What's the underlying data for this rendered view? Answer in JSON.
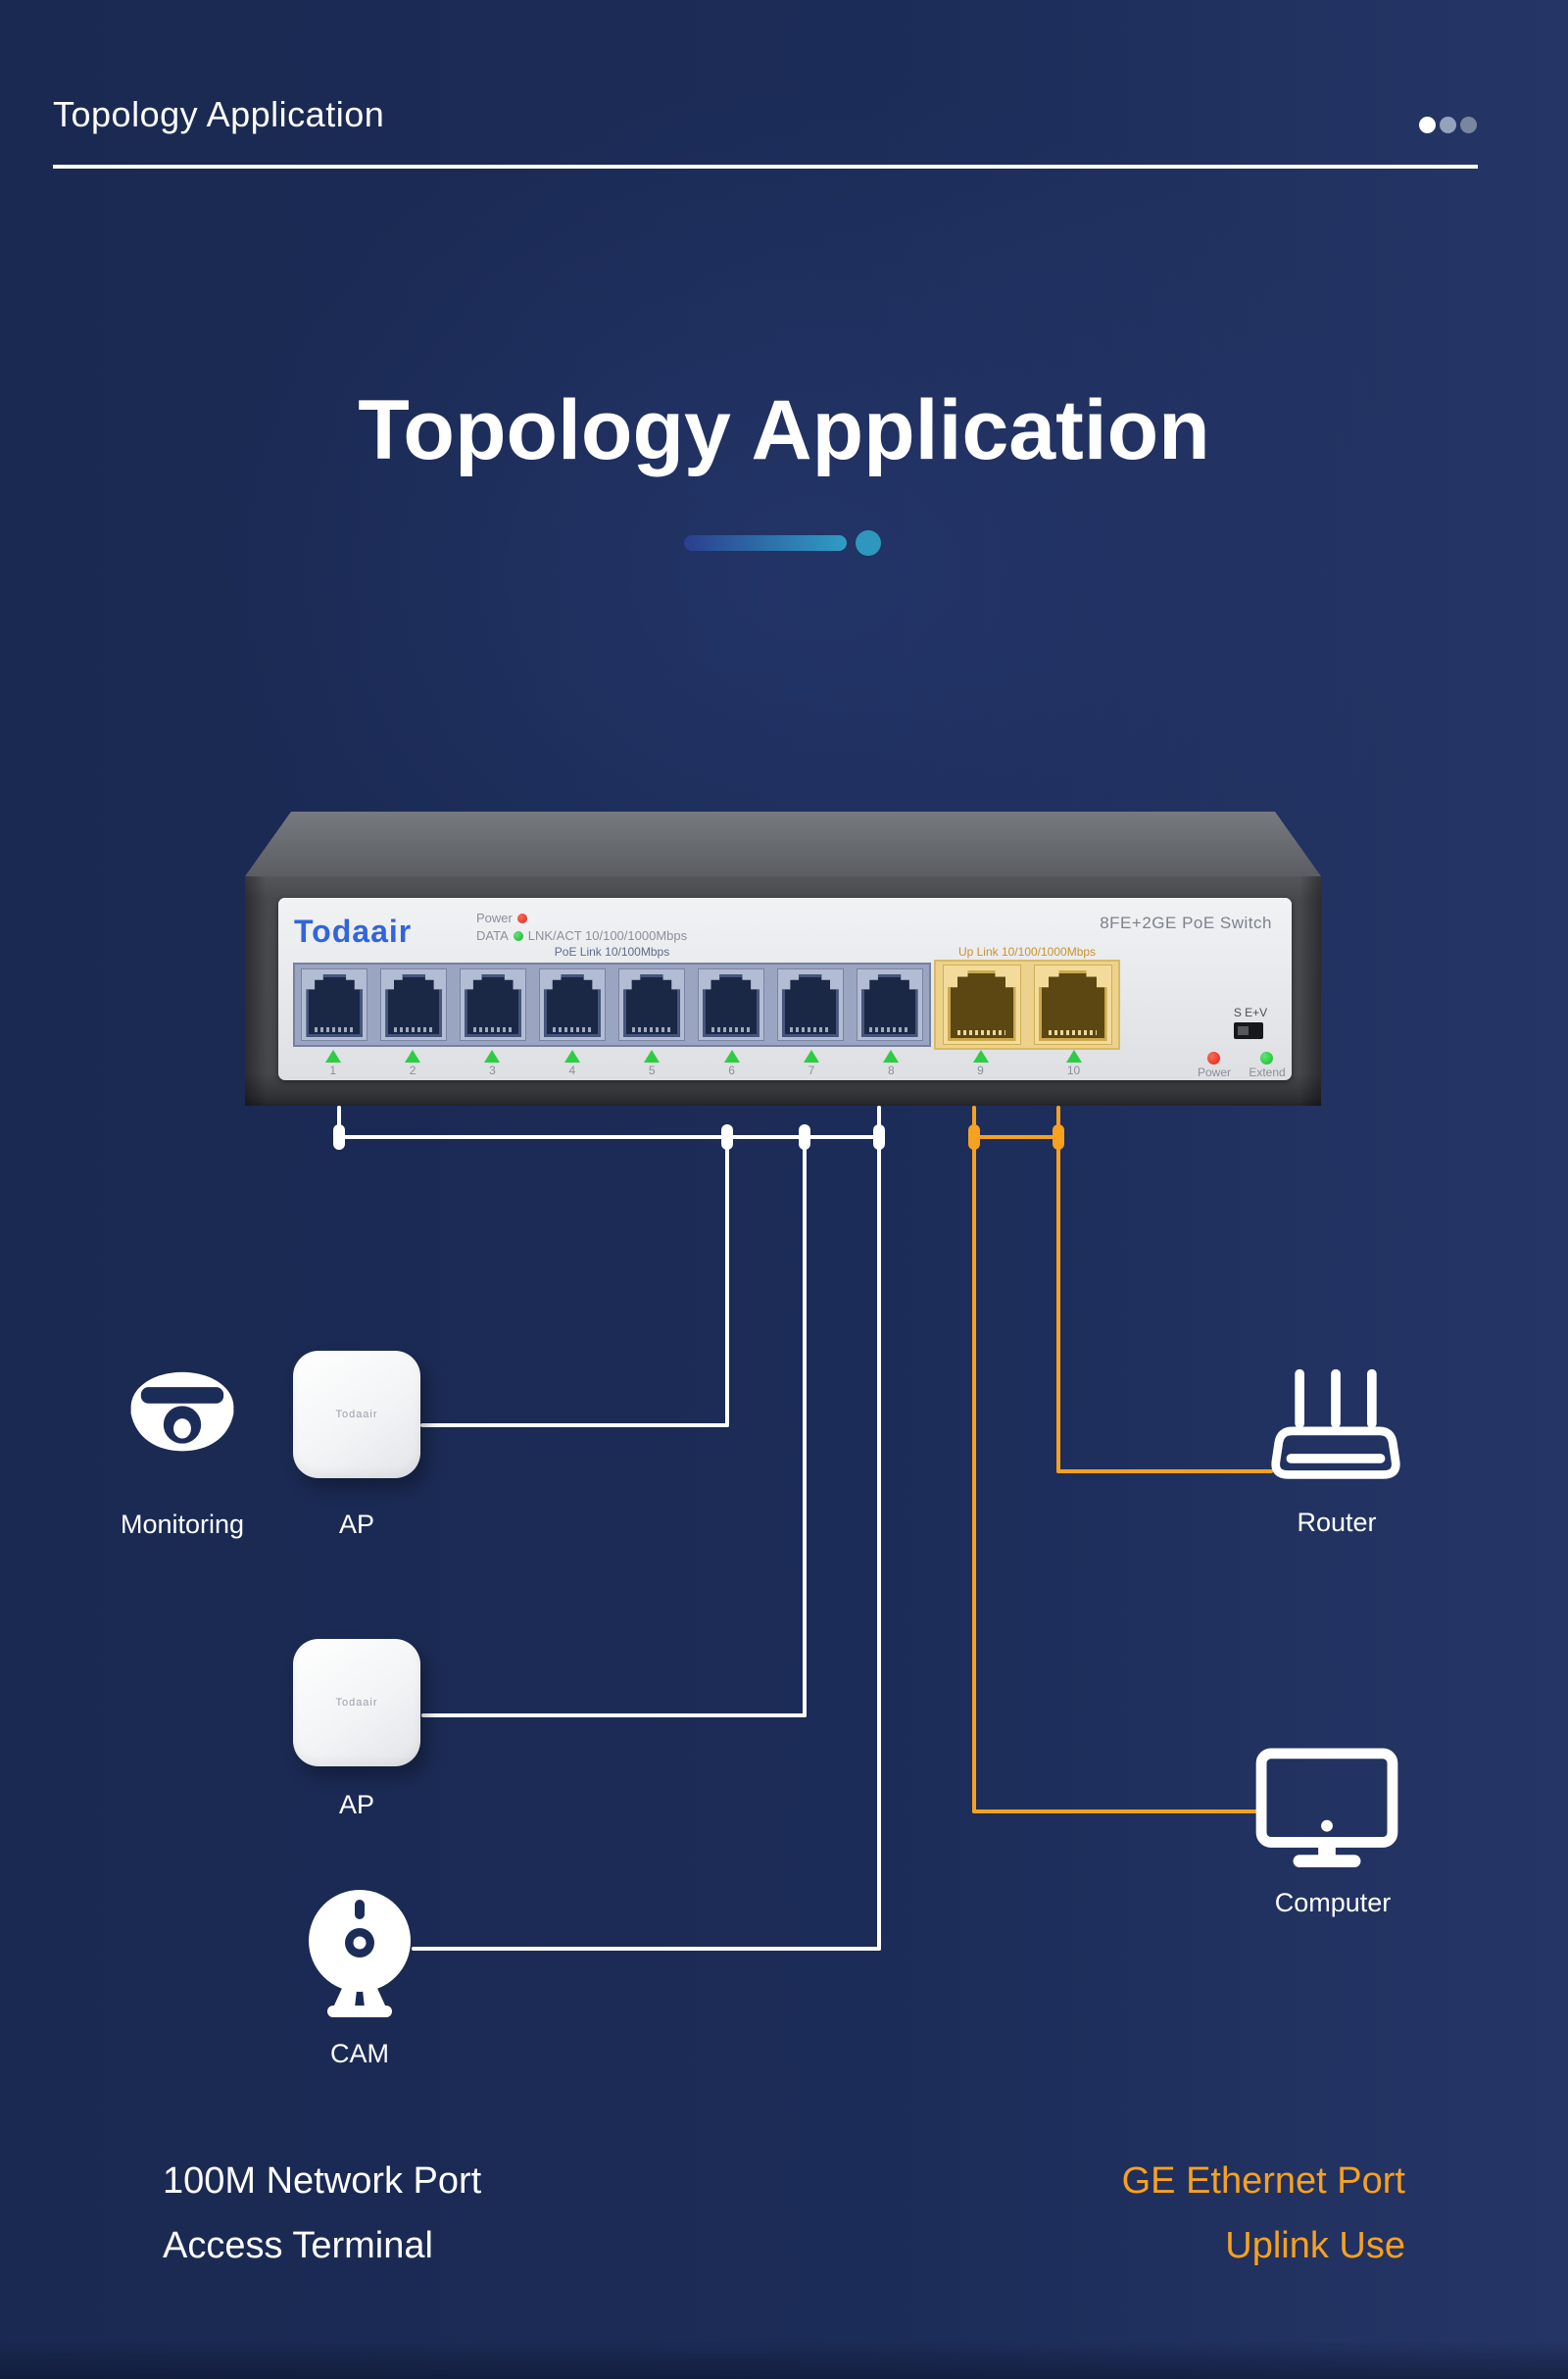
{
  "header": {
    "title": "Topology Application",
    "pagination_dots": [
      "active",
      "inactive",
      "inactive"
    ]
  },
  "hero": {
    "title": "Topology Application"
  },
  "switch": {
    "brand": "Todaair",
    "model": "8FE+2GE PoE Switch",
    "power_label": "Power",
    "data_label": "DATA",
    "link_label": "LNK/ACT 10/100/1000Mbps",
    "poe_group_label": "PoE Link 10/100Mbps",
    "uplink_group_label": "Up Link 10/100/1000Mbps",
    "poe_port_numbers": [
      "1",
      "2",
      "3",
      "4",
      "5",
      "6",
      "7",
      "8"
    ],
    "uplink_port_numbers": [
      "9",
      "10"
    ],
    "dip_switch_label": "S E+V",
    "power_led_label": "Power",
    "extend_led_label": "Extend"
  },
  "devices": {
    "monitoring": {
      "label": "Monitoring",
      "icon": "dome-camera-icon"
    },
    "ap1": {
      "label": "AP",
      "brand": "Todaair",
      "icon": "access-point-icon"
    },
    "ap2": {
      "label": "AP",
      "brand": "Todaair",
      "icon": "access-point-icon"
    },
    "cam": {
      "label": "CAM",
      "icon": "webcam-icon"
    },
    "router": {
      "label": "Router",
      "icon": "router-icon"
    },
    "computer": {
      "label": "Computer",
      "icon": "monitor-icon"
    }
  },
  "legend": {
    "access": {
      "line1": "100M Network Port",
      "line2": "Access Terminal",
      "color": "#ffffff"
    },
    "uplink": {
      "line1": "GE Ethernet Port",
      "line2": "Uplink Use",
      "color": "#f7a11f"
    }
  },
  "colors": {
    "background": "#1c2c58",
    "accent_orange": "#f7a11f",
    "line_white": "#ffffff",
    "logo_blue": "#3264dc",
    "led_red": "#e32619",
    "led_green": "#21c93a",
    "underline_gradient_start": "#2b3f8e",
    "underline_gradient_end": "#2f9dc3"
  }
}
